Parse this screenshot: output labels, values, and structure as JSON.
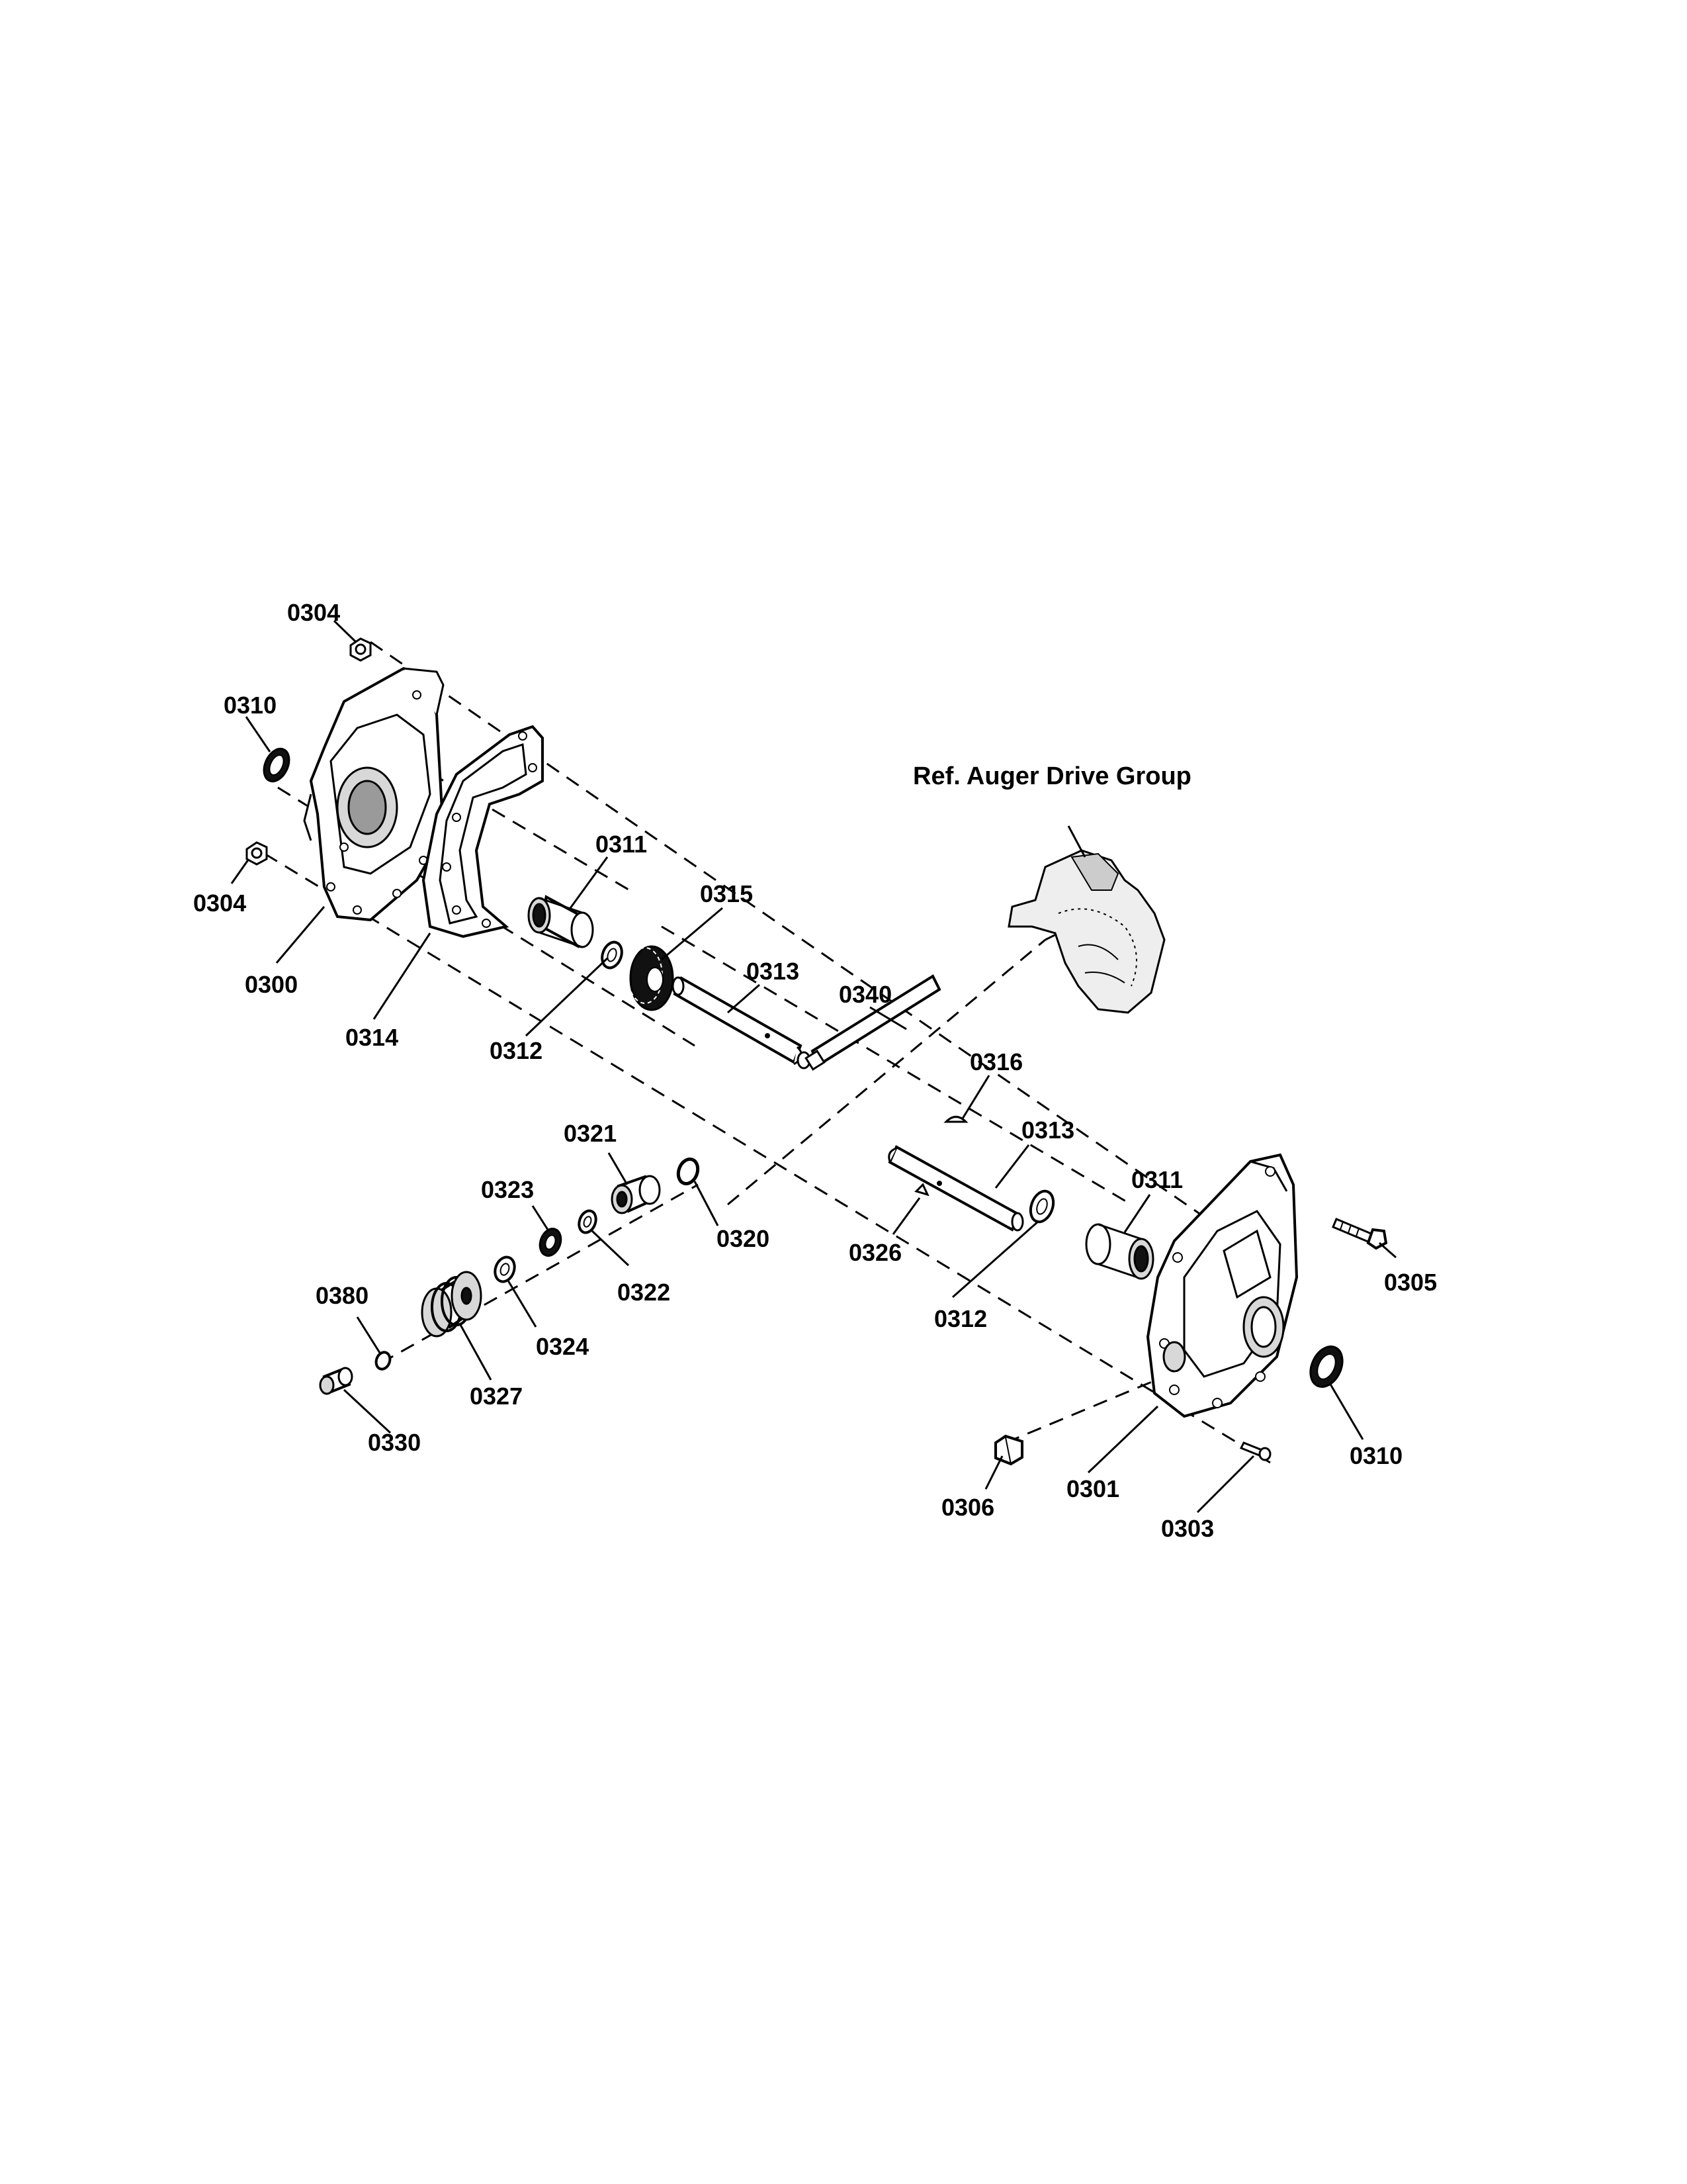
{
  "callouts": {
    "c0300": "0300",
    "c0301": "0301",
    "c0303": "0303",
    "c0304a": "0304",
    "c0304b": "0304",
    "c0305": "0305",
    "c0306": "0306",
    "c0310a": "0310",
    "c0310b": "0310",
    "c0311a": "0311",
    "c0311b": "0311",
    "c0312a": "0312",
    "c0312b": "0312",
    "c0313a": "0313",
    "c0313b": "0313",
    "c0314": "0314",
    "c0315": "0315",
    "c0316": "0316",
    "c0320": "0320",
    "c0321": "0321",
    "c0322": "0322",
    "c0323": "0323",
    "c0324": "0324",
    "c0326": "0326",
    "c0327": "0327",
    "c0330": "0330",
    "c0340": "0340",
    "c0380": "0380"
  },
  "reference": {
    "label": "Ref. Auger Drive Group"
  }
}
